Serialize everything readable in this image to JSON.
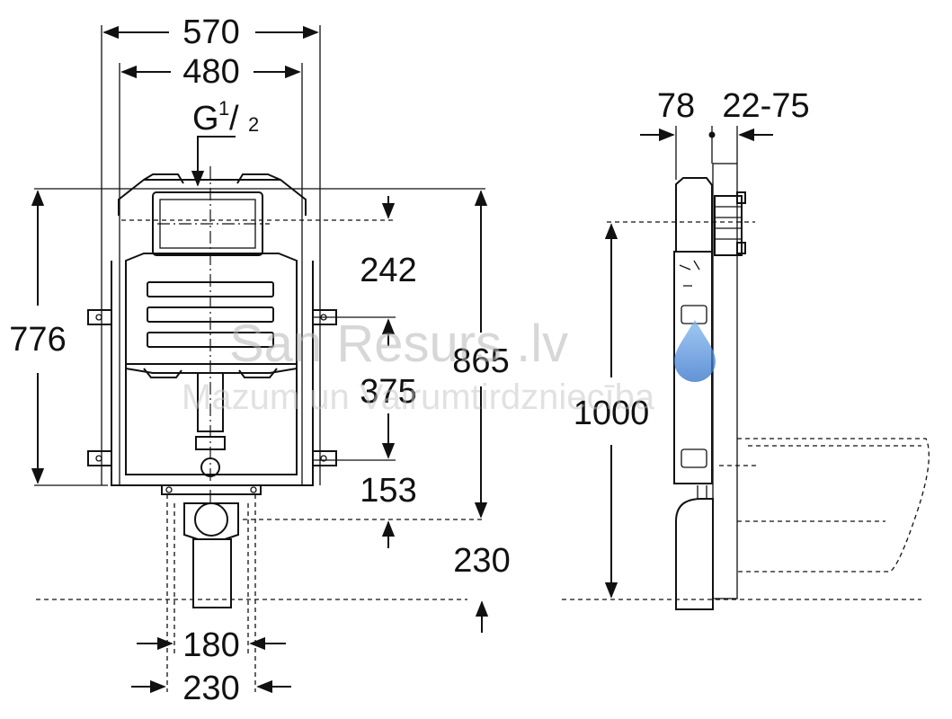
{
  "dimensions": {
    "top_outer_width": "570",
    "top_inner_width": "480",
    "inlet_thread": "G",
    "inlet_thread_numerator": "1",
    "inlet_thread_denominator": "2",
    "height_left": "776",
    "height_right": "865",
    "dim_242": "242",
    "dim_375": "375",
    "dim_153": "153",
    "dim_230_vertical": "230",
    "bottom_inner_width": "180",
    "bottom_outer_width": "230",
    "side_depth": "78",
    "side_wall_range": "22-75",
    "side_height": "1000"
  },
  "watermark": {
    "brand": "San Resurs .lv",
    "tagline": "Mazum un Vairumtirdzniecība"
  },
  "colors": {
    "line": "#111111",
    "wall_fill": "#d9d9d9",
    "pipe_fill": "#cfcfcf",
    "watermark_drop": "#3a7fd6"
  }
}
